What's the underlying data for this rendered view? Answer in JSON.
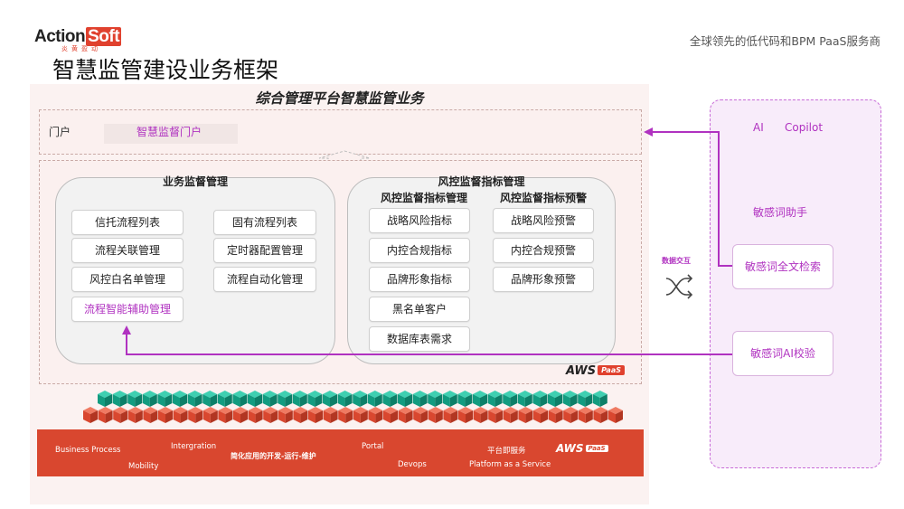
{
  "header": {
    "logo_action": "Action",
    "logo_soft": "Soft",
    "logo_sub": "炎黄盈动",
    "tagline": "全球领先的低代码和BPM PaaS服务商",
    "title": "智慧监管建设业务框架"
  },
  "panel": {
    "title": "综合管理平台智慧监管业务",
    "portal_label": "门户",
    "portal_value": "智慧监督门户"
  },
  "business": {
    "title": "业务监督管理",
    "col1": [
      "信托流程列表",
      "流程关联管理",
      "风控白名单管理",
      "流程智能辅助管理"
    ],
    "col2": [
      "固有流程列表",
      "定时器配置管理",
      "流程自动化管理"
    ]
  },
  "risk": {
    "title": "风控监督指标管理",
    "sub1_title": "风控监督指标管理",
    "sub1_items": [
      "战略风险指标",
      "内控合规指标",
      "品牌形象指标",
      "黑名单客户",
      "数据库表需求"
    ],
    "sub2_title": "风控监督指标预警",
    "sub2_items": [
      "战略风险预警",
      "内控合规预警",
      "品牌形象预警"
    ]
  },
  "aws": {
    "name": "AWS",
    "paas": "PaaS"
  },
  "base": {
    "business_process": "Business Process",
    "mobility": "Mobility",
    "intergration": "Intergration",
    "slogan": "简化应用的开发-运行-维护",
    "portal": "Portal",
    "devops": "Devops",
    "platform_cn": "平台即服务",
    "platform_en": "Platform as a Service",
    "aws": "AWS",
    "paas": "PaaS"
  },
  "exchange": {
    "label": "数据交互"
  },
  "copilot": {
    "ai": "AI",
    "copilot": "Copilot",
    "assistant": "敏感词助手",
    "fulltext": "敏感词全文检索",
    "ai_check": "敏感词AI校验"
  },
  "colors": {
    "accent": "#b032c0",
    "brand_red": "#d9472f",
    "cube_green": "#17a88e",
    "cube_red": "#d9472f"
  }
}
